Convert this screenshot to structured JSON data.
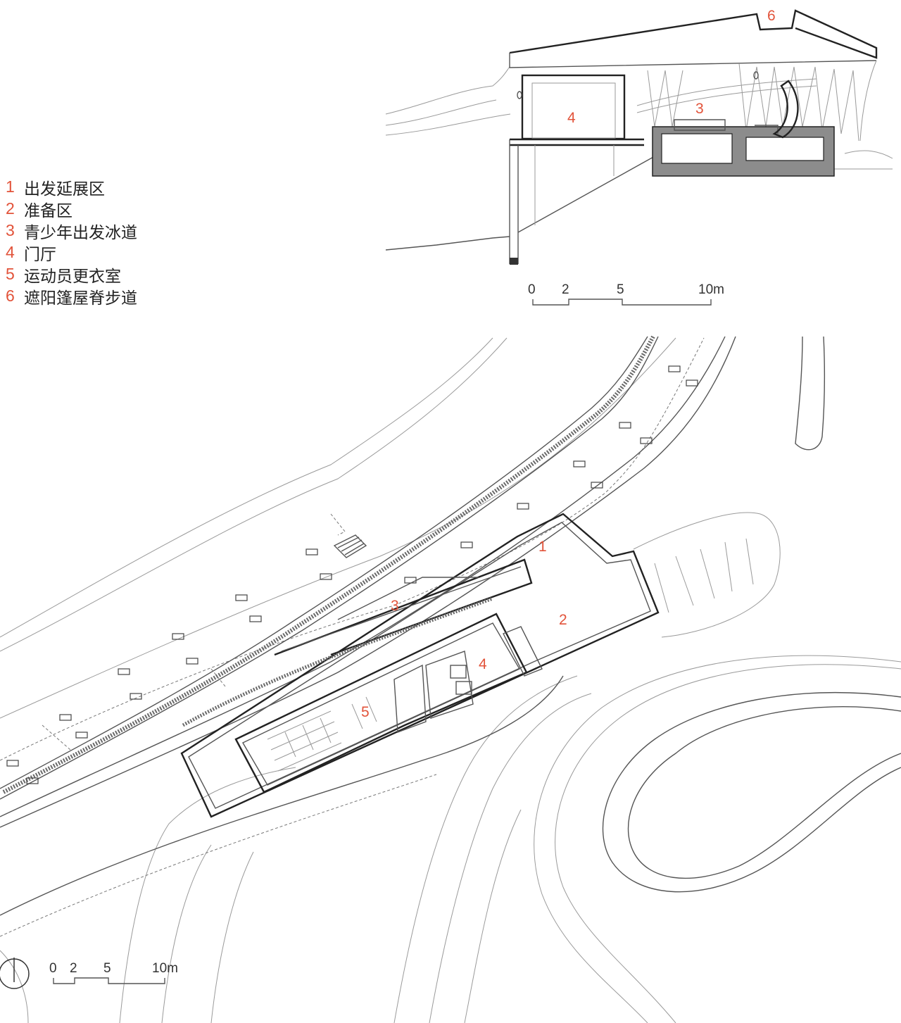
{
  "legend": [
    {
      "num": "1",
      "text": "出发延展区"
    },
    {
      "num": "2",
      "text": "准备区"
    },
    {
      "num": "3",
      "text": "青少年出发冰道"
    },
    {
      "num": "4",
      "text": "门厅"
    },
    {
      "num": "5",
      "text": "运动员更衣室"
    },
    {
      "num": "6",
      "text": "遮阳篷屋脊步道"
    }
  ],
  "section": {
    "labels": {
      "l6": "6",
      "l4": "4",
      "l3": "3"
    },
    "scale": {
      "t0": "0",
      "t2": "2",
      "t5": "5",
      "t10": "10m"
    }
  },
  "plan": {
    "labels": {
      "l1": "1",
      "l2": "2",
      "l3": "3",
      "l4": "4",
      "l5": "5"
    },
    "scale": {
      "t0": "0",
      "t2": "2",
      "t5": "5",
      "t10": "10m"
    },
    "north_icon": "north-arrow-icon"
  },
  "colors": {
    "accent": "#e2533a",
    "line": "#222222",
    "light_line": "#9a9a9a"
  }
}
